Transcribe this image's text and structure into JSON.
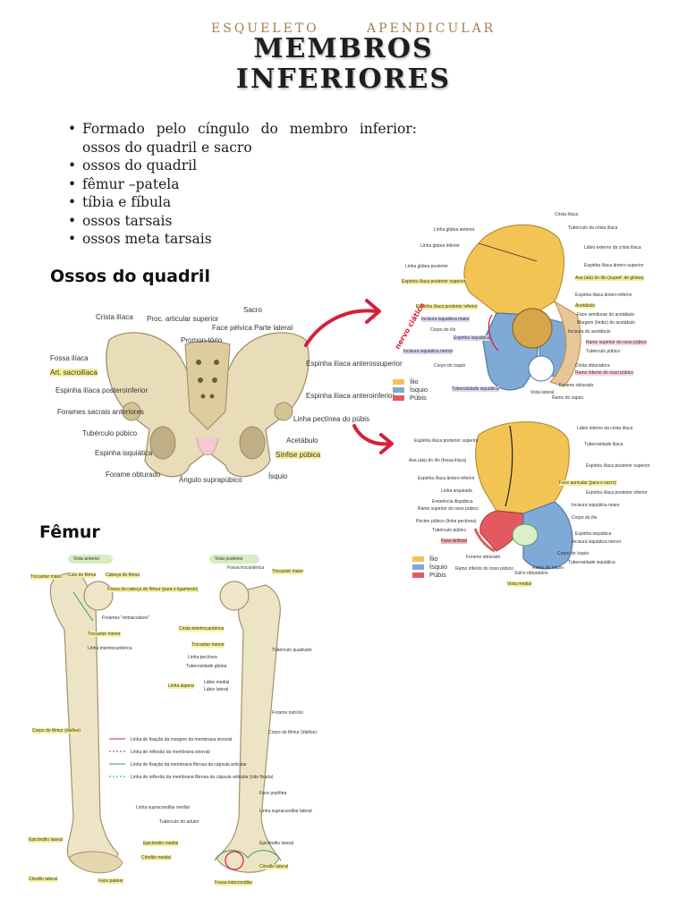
{
  "header": {
    "eyebrow_left": "ESQUELETO",
    "eyebrow_right": "APENDICULAR",
    "title_line1": "MEMBROS",
    "title_line2": "INFERIORES"
  },
  "bullets": [
    "Formado pelo cíngulo do membro inferior: ossos do quadril e sacro",
    "ossos do quadril",
    "fêmur –patela",
    "tíbia e fíbula",
    "ossos tarsais",
    "ossos meta tarsais"
  ],
  "sections": {
    "hip": "Ossos do quadril",
    "femur": "Fêmur"
  },
  "pelvis": {
    "labels": {
      "crista_iliaca": "Crista ilíaca",
      "proc_articular": "Proc. articular superior",
      "sacro": "Sacro",
      "face_pelvica": "Face pélvica",
      "parte_lateral": "Parte lateral",
      "promontorio": "Promon-tório",
      "fossa_iliaca": "Fossa ilíaca",
      "art_sacroiliaca": "Art. sacroilíaca",
      "espinha_ilaca_pi": "Espinha ilíaca posteroinferior",
      "forames_sacrais": "Forames sacrais anteriores",
      "tuberculo_pubico": "Tubérculo púbico",
      "espinha_isquiatica": "Espinha isquiática",
      "forame_obturado": "Forame obturado",
      "angulo_subpubico": "Ângulo suprapúbico",
      "espinha_as": "Espinha ilíaca anterossuperior",
      "espinha_ai": "Espinha ilíaca anteroinferior",
      "linha_pectinea": "Linha pectínea do púbis",
      "acetabulo": "Acetábulo",
      "sinfise": "Sínfise púbica",
      "isquio": "Ísquio"
    }
  },
  "hip_lateral": {
    "annotation": "nervo ciático",
    "labels": {
      "linha_glutea_anterior": "Linha glútea anterior",
      "linha_glutea_inferior": "Linha glútea inferior",
      "linha_glutea_posterior": "Linha glútea posterior",
      "espinha_ps": "Espinha ilíaca posterior superior",
      "espinha_pi": "Espinha ilíaca posterior inferior",
      "incisura_isq_maior": "Incisura isquiática maior",
      "corpo_do_ilio": "Corpo do ílio",
      "espinha_isquiatica": "Espinha isquiática",
      "incisura_isq_menor": "Incisura isquiática menor",
      "corpo_do_isquio": "Corpo do ísquio",
      "tuberosidade_isq": "Tuberosidade isquiática",
      "vista_lateral": "Vista lateral",
      "ramo_do_isquio": "Ramo do ísquio",
      "forame_obturado": "Forame obturado",
      "crista_iliaca": "Crista ilíaca",
      "tuberculo_crista": "Tubérculo da crista ilíaca",
      "labio_externo": "Lábio externo da crista ilíaca",
      "espinha_as": "Espinha ilíaca ântero-superior",
      "asa_ilio": "Asa (ala) do ílio (superf. de glútea)",
      "espinha_ai": "Espinha ilíaca ântero-inferior",
      "acetabulo": "Acetábulo",
      "face_semilunar": "Face semilunar do acetábulo",
      "margem_acetabulo": "Margem (limbo) do acetábulo",
      "incisura_acetabulo": "Incisura do acetábulo",
      "ramo_superior_pubis": "Ramo superior do osso púbico",
      "tuberculo_pubico": "Tubérculo púbico",
      "crista_obturadora": "Crista obturadora",
      "ramo_inferior_pubis": "Ramo inferior do osso púbico",
      "legend_ilio": "Ílio",
      "legend_isquio": "Ísquio",
      "legend_pubis": "Púbis"
    }
  },
  "hip_medial": {
    "labels": {
      "labio_interno": "Lábio interno da crista ilíaca",
      "tuberosidade_iliaca": "Tuberosidade ilíaca",
      "espinha_ps": "Espinha ilíaca posterior superior",
      "asa_ilio": "Asa (ala) do ílio (fossa ilíaca)",
      "espinha_pi": "Espinha ilíaca posterior inferior",
      "face_auricular": "Face auricular (para o sacro)",
      "linha_arqueada": "Linha arqueada",
      "espinha_ai": "Espinha ilíaca ântero-inferior",
      "eminencia": "Eminência iliopúbica",
      "ramo_superior_pubis": "Ramo superior do osso púbico",
      "pecten": "Pécten púbico (linha pectínea)",
      "tuberculo_pubico": "Tubérculo púbico",
      "face_sinfisial": "Face sinfisial",
      "forame_obturado": "Forame obturado",
      "incisura_isq_maior": "Incisura isquiática maior",
      "corpo_ilio": "Corpo do ílio",
      "espinha_isquiatica": "Espinha isquiática",
      "incisura_isq_menor": "Incisura isquiática menor",
      "corpo_isquio": "Corpo do ísquio",
      "tuberosidade_isq": "Tuberosidade isquiática",
      "ramo_isquio": "Ramo do ísquio",
      "ramo_inferior_pubis": "Ramo inferior do osso púbico",
      "sulco_obturatorio": "Sulco obturatório",
      "vista_medial": "Vista medial",
      "legend_ilio": "Ílio",
      "legend_isquio": "Ísquio",
      "legend_pubis": "Púbis"
    }
  },
  "femur": {
    "labels": {
      "vista_anterior": "Vista anterior",
      "vista_posterior": "Vista posterior",
      "trocanter_maior": "Trocanter maior",
      "colo_femur": "Colo do fêmur",
      "cabeca_femur": "Cabeça do fêmur",
      "fovea": "Fóvea da cabeça do fêmur (para o ligamento)",
      "forames_retinaculares": "Forames \"retinaculares\"",
      "trocanter_menor": "Trocanter menor",
      "linha_intertrocanterica": "Linha intertrocantérica",
      "corpo_femur": "Corpo do fêmur (diáfise)",
      "linha_fixacao_sinovial": "Linha de fixação da margem da membrana sinovial",
      "linha_reflexao_sinovial": "Linha de reflexão da membrana sinovial",
      "linha_fixacao_fibrosa": "Linha de fixação da membrana fibrosa da cápsula articular",
      "linha_reflexao_fibrosa": "Linha de reflexão da membrana fibrosa da cápsula articular (não fixada)",
      "epicondilo_lateral": "Epicôndilo lateral",
      "condilo_lateral": "Côndilo lateral",
      "face_patelar": "Face patelar",
      "epicondilo_medial": "Epicôndilo medial",
      "condilo_medial": "Côndilo medial",
      "tuberculo_adutor": "Tubérculo do adutor",
      "fossa_trocanterica": "Fossa trocantérica",
      "crista_intertrocanterica": "Crista intertrocantérica",
      "tuberculo_quadrado": "Tubérculo quadrado",
      "linha_pectinea": "Linha pectínea",
      "tuberosidade_glutea": "Tuberosidade glútea",
      "linha_aspera": "Linha áspera",
      "labio_medial": "Lábio medial",
      "labio_lateral": "Lábio lateral",
      "forame_nutricio": "Forame nutrício",
      "face_poplitea": "Face poplítea",
      "linha_supracondilar_medial": "Linha supracondilar medial",
      "linha_supracondilar_lateral": "Linha supracondilar lateral",
      "fossa_intercondilar": "Fossa intercondilar"
    }
  },
  "colors": {
    "accent_brown": "#a47d4f",
    "bone": "#e9dcb8",
    "ilio": "#f2c453",
    "isquio": "#7fa9d6",
    "pubis": "#e25a5f",
    "annotation_red": "#d4203a"
  }
}
